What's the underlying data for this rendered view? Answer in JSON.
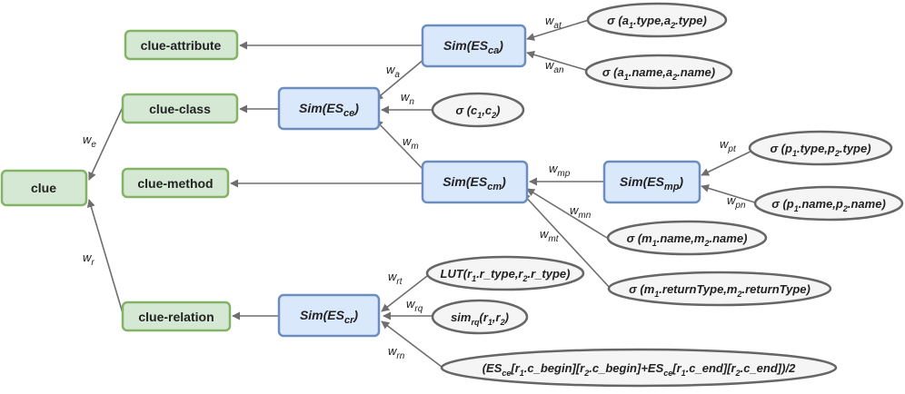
{
  "colors": {
    "green_fill": "#d5e8d4",
    "green_stroke": "#82b366",
    "blue_fill": "#dae8fc",
    "blue_stroke": "#6c8ebf",
    "oval_fill": "#f5f5f5",
    "oval_stroke": "#666666",
    "edge": "#6e6e6e"
  },
  "nodes": {
    "clue": "clue",
    "clue_attribute": "clue-attribute",
    "clue_class": "clue-class",
    "clue_method": "clue-method",
    "clue_relation": "clue-relation",
    "sim_ca": {
      "base": "Sim(ES",
      "sub": "ca",
      "tail": ")"
    },
    "sim_ce": {
      "base": "Sim(ES",
      "sub": "ce",
      "tail": ")"
    },
    "sim_cm": {
      "base": "Sim(ES",
      "sub": "cm",
      "tail": ")"
    },
    "sim_mp": {
      "base": "Sim(ES",
      "sub": "mp",
      "tail": ")"
    },
    "sim_cr": {
      "base": "Sim(ES",
      "sub": "cr",
      "tail": ")"
    }
  },
  "ovals": {
    "a_type": {
      "pre": "σ (a",
      "s1": "1",
      "mid": ".type,a",
      "s2": "2",
      "post": ".type)"
    },
    "a_name": {
      "pre": "σ (a",
      "s1": "1",
      "mid": ".name,a",
      "s2": "2",
      "post": ".name)"
    },
    "c": {
      "pre": "σ (c",
      "s1": "1",
      "mid": ",c",
      "s2": "2",
      "post": ")"
    },
    "p_type": {
      "pre": "σ (p",
      "s1": "1",
      "mid": ".type,p",
      "s2": "2",
      "post": ".type)"
    },
    "p_name": {
      "pre": "σ (p",
      "s1": "1",
      "mid": ".name,p",
      "s2": "2",
      "post": ".name)"
    },
    "m_name": {
      "pre": "σ (m",
      "s1": "1",
      "mid": ".name,m",
      "s2": "2",
      "post": ".name)"
    },
    "m_return": {
      "pre": "σ (m",
      "s1": "1",
      "mid": ".returnType,m",
      "s2": "2",
      "post": ".returnType)"
    },
    "lut": {
      "pre": "LUT(r",
      "s1": "1",
      "mid": ".r_type,r",
      "s2": "2",
      "post": ".r_type)"
    },
    "simrq": {
      "pre": "sim",
      "s1": "rq",
      "mid": "(r",
      "s2": "1",
      "mid2": ",r",
      "s3": "2",
      "post": ")"
    },
    "es_formula": {
      "p1": "(ES",
      "s1": "ce",
      "p2": "[r",
      "s2": "1",
      "p3": ".c_begin][r",
      "s3": "2",
      "p4": ".c_begin]+ES",
      "s4": "ce",
      "p5": "[r",
      "s5": "1",
      "p6": ".c_end][r",
      "s6": "2",
      "p7": ".c_end])/2"
    }
  },
  "weights": {
    "at": {
      "w": "w",
      "sub": "at"
    },
    "an": {
      "w": "w",
      "sub": "an"
    },
    "a": {
      "w": "w",
      "sub": "a"
    },
    "n": {
      "w": "w",
      "sub": "n"
    },
    "m": {
      "w": "w",
      "sub": "m"
    },
    "e": {
      "w": "w",
      "sub": "e"
    },
    "r": {
      "w": "w",
      "sub": "r"
    },
    "mp": {
      "w": "w",
      "sub": "mp"
    },
    "pt": {
      "w": "w",
      "sub": "pt"
    },
    "pn": {
      "w": "w",
      "sub": "pn"
    },
    "mn": {
      "w": "w",
      "sub": "mn"
    },
    "mt": {
      "w": "w",
      "sub": "mt"
    },
    "rt": {
      "w": "w",
      "sub": "rt"
    },
    "rq": {
      "w": "w",
      "sub": "rq"
    },
    "rn": {
      "w": "w",
      "sub": "rn"
    }
  }
}
